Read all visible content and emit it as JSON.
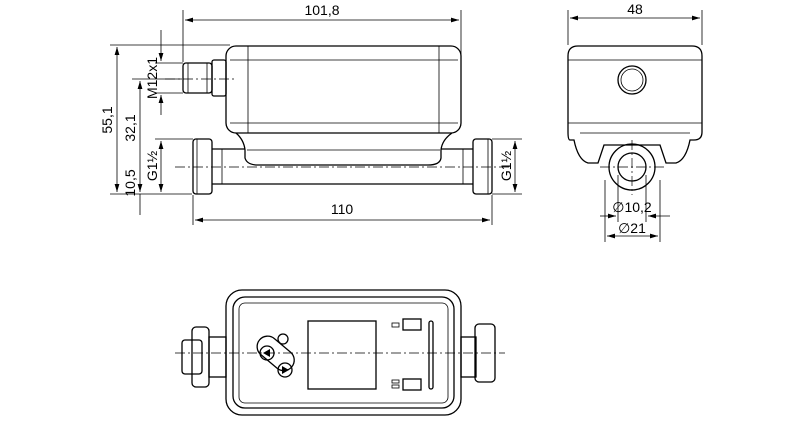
{
  "dimensions": {
    "length_housing": "101,8",
    "length_total": "110",
    "width": "48",
    "height_total": "55,1",
    "height_connector_axis": "32,1",
    "height_pipe_axis": "10,5",
    "connector_thread": "M12x1",
    "pipe_thread_left": "G1½",
    "pipe_thread_right": "G1½",
    "inner_diameter": "∅10,2",
    "outer_diameter": "∅21"
  }
}
